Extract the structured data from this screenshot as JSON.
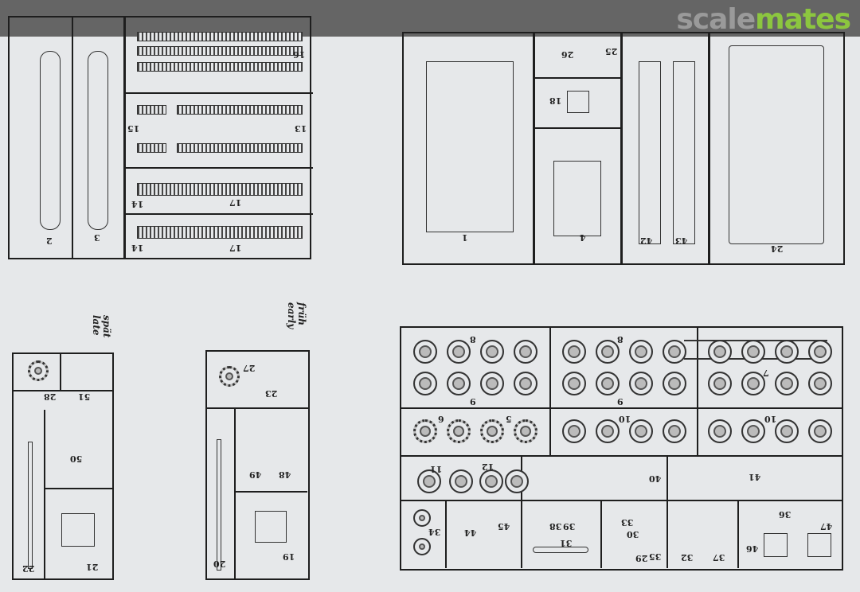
{
  "watermark": {
    "part1": "scale",
    "part2": "mates",
    "colors": {
      "scale": "#9a9a9a",
      "mates": "#8cc63f"
    }
  },
  "notes": {
    "late_de": "spät",
    "late_en": "late",
    "early_de": "früh",
    "early_en": "early"
  },
  "parts": {
    "p1": "1",
    "p2": "2",
    "p3": "3",
    "p4": "4",
    "p5": "5",
    "p6": "6",
    "p7": "7",
    "p8a": "8",
    "p8b": "8",
    "p9a": "9",
    "p9b": "9",
    "p10a": "10",
    "p10b": "10",
    "p11": "11",
    "p12": "12",
    "p13": "13",
    "p14a": "14",
    "p14b": "14",
    "p15": "15",
    "p16": "16",
    "p17a": "17",
    "p17b": "17",
    "p18": "18",
    "p19": "19",
    "p20": "20",
    "p21": "21",
    "p22": "22",
    "p23": "23",
    "p24": "24",
    "p25": "25",
    "p26": "26",
    "p27": "27",
    "p28": "28",
    "p29": "29",
    "p30": "30",
    "p31": "31",
    "p32": "32",
    "p33": "33",
    "p34": "34",
    "p35": "35",
    "p36": "36",
    "p37": "37",
    "p38": "38",
    "p39": "39",
    "p40": "40",
    "p41": "41",
    "p42": "42",
    "p43": "43",
    "p44": "44",
    "p45": "45",
    "p46": "46",
    "p47": "47",
    "p48": "48",
    "p49": "49",
    "p50": "50",
    "p51": "51"
  }
}
